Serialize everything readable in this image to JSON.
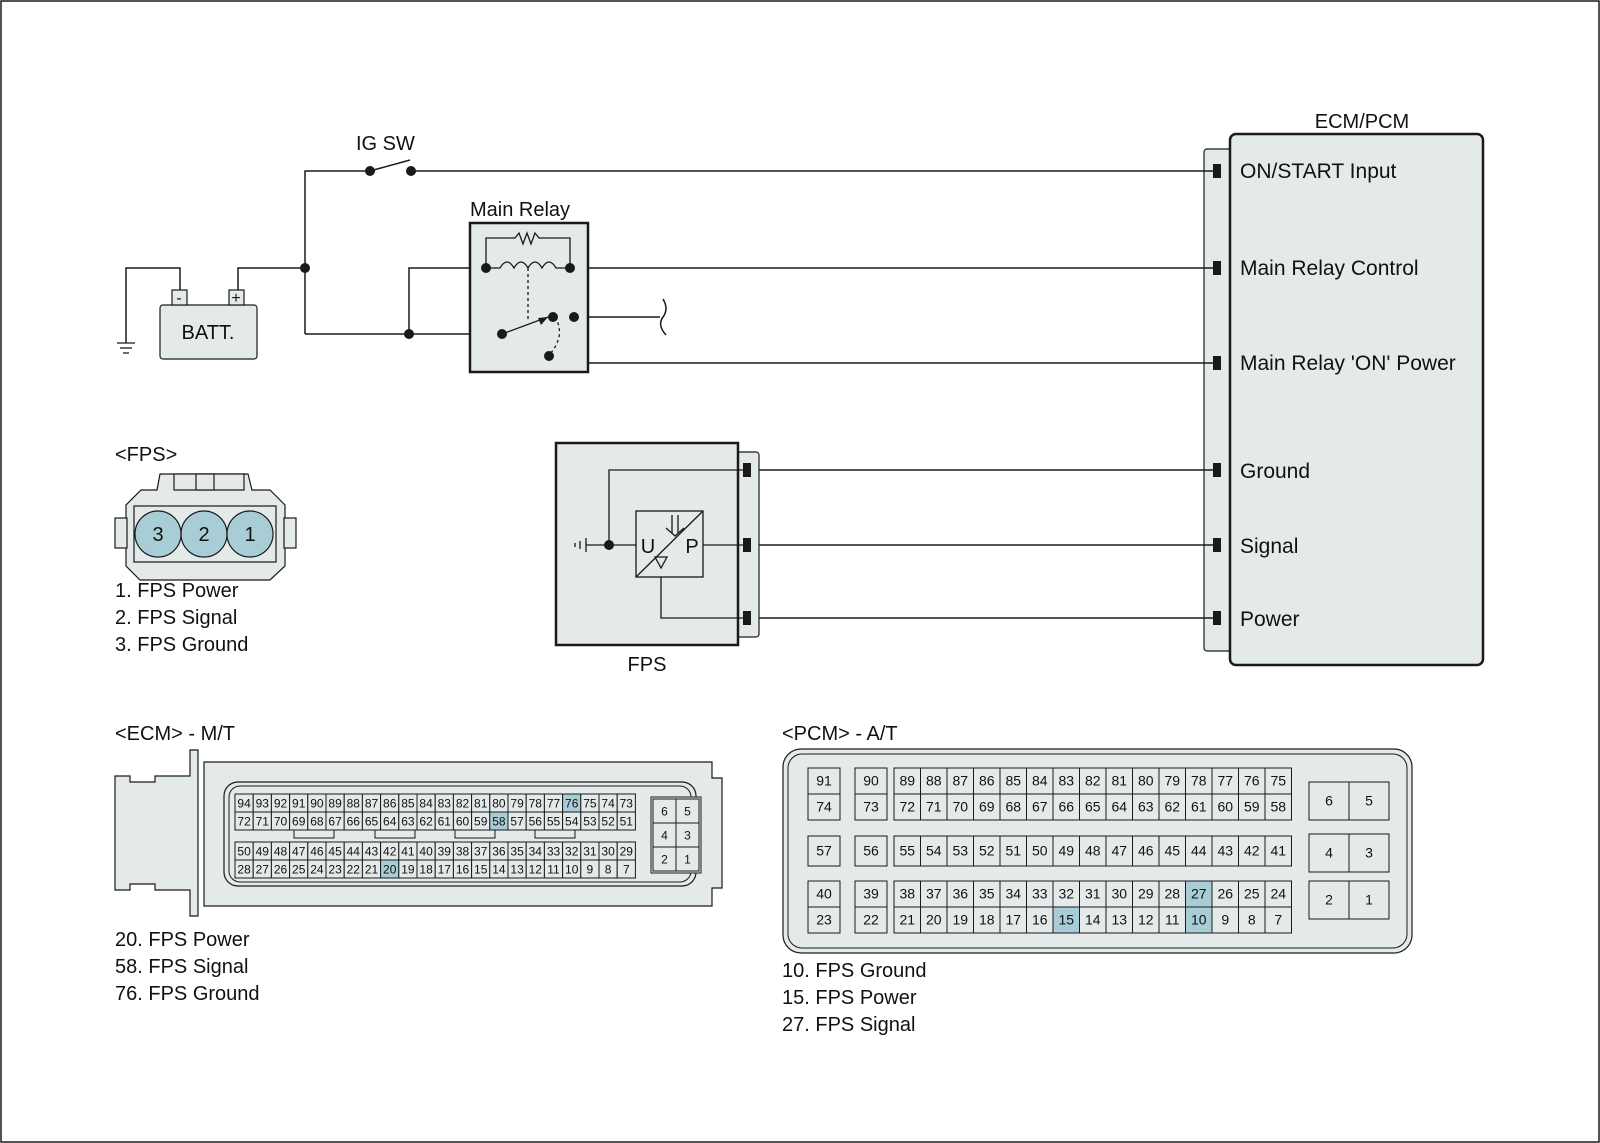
{
  "colors": {
    "fill": "#e4e9ea",
    "highlight": "#a9cdd6",
    "line": "#1a1a1a"
  },
  "circuit": {
    "ig_sw": "IG SW",
    "batt": "BATT.",
    "batt_minus": "-",
    "batt_plus": "+",
    "main_relay": "Main Relay",
    "ecm_title": "ECM/PCM",
    "ecm_pins": [
      "ON/START Input",
      "Main Relay Control",
      "Main Relay 'ON' Power",
      "Ground",
      "Signal",
      "Power"
    ],
    "fps_label": "FPS",
    "fps_u": "U",
    "fps_p": "P"
  },
  "fps_connector": {
    "title": "<FPS>",
    "pins": [
      "3",
      "2",
      "1"
    ],
    "legend": [
      "1. FPS Power",
      "2. FPS Signal",
      "3. FPS Ground"
    ]
  },
  "ecm_mt": {
    "title": "<ECM> - M/T",
    "rows": [
      [
        "94",
        "93",
        "92",
        "91",
        "90",
        "89",
        "88",
        "87",
        "86",
        "85",
        "84",
        "83",
        "82",
        "81",
        "80",
        "79",
        "78",
        "77",
        "76",
        "75",
        "74",
        "73"
      ],
      [
        "72",
        "71",
        "70",
        "69",
        "68",
        "67",
        "66",
        "65",
        "64",
        "63",
        "62",
        "61",
        "60",
        "59",
        "58",
        "57",
        "56",
        "55",
        "54",
        "53",
        "52",
        "51"
      ],
      [
        "50",
        "49",
        "48",
        "47",
        "46",
        "45",
        "44",
        "43",
        "42",
        "41",
        "40",
        "39",
        "38",
        "37",
        "36",
        "35",
        "34",
        "33",
        "32",
        "31",
        "30",
        "29"
      ],
      [
        "28",
        "27",
        "26",
        "25",
        "24",
        "23",
        "22",
        "21",
        "20",
        "19",
        "18",
        "17",
        "16",
        "15",
        "14",
        "13",
        "12",
        "11",
        "10",
        "9",
        "8",
        "7"
      ]
    ],
    "side_block": [
      [
        "6",
        "5"
      ],
      [
        "4",
        "3"
      ],
      [
        "2",
        "1"
      ]
    ],
    "highlight": [
      "76",
      "58",
      "20"
    ],
    "legend": [
      "20. FPS Power",
      "58. FPS Signal",
      "76. FPS Ground"
    ]
  },
  "pcm_at": {
    "title": "<PCM> - A/T",
    "row1": [
      [
        "91",
        "74"
      ],
      [
        "90",
        "73"
      ]
    ],
    "row1_main": [
      [
        "89",
        "88",
        "87",
        "86",
        "85",
        "84",
        "83",
        "82",
        "81",
        "80",
        "79",
        "78",
        "77",
        "76",
        "75"
      ],
      [
        "72",
        "71",
        "70",
        "69",
        "68",
        "67",
        "66",
        "65",
        "64",
        "63",
        "62",
        "61",
        "60",
        "59",
        "58"
      ]
    ],
    "row2": [
      "57",
      "56"
    ],
    "row2_main": [
      "55",
      "54",
      "53",
      "52",
      "51",
      "50",
      "49",
      "48",
      "47",
      "46",
      "45",
      "44",
      "43",
      "42",
      "41"
    ],
    "row3": [
      [
        "40",
        "23"
      ],
      [
        "39",
        "22"
      ]
    ],
    "row3_main": [
      [
        "38",
        "37",
        "36",
        "35",
        "34",
        "33",
        "32",
        "31",
        "30",
        "29",
        "28",
        "27",
        "26",
        "25",
        "24"
      ],
      [
        "21",
        "20",
        "19",
        "18",
        "17",
        "16",
        "15",
        "14",
        "13",
        "12",
        "11",
        "10",
        "9",
        "8",
        "7"
      ]
    ],
    "side_blocks": [
      [
        "6",
        "5"
      ],
      [
        "4",
        "3"
      ],
      [
        "2",
        "1"
      ]
    ],
    "highlight": [
      "15",
      "27",
      "10"
    ],
    "legend": [
      "10. FPS Ground",
      "15. FPS Power",
      "27. FPS Signal"
    ]
  }
}
